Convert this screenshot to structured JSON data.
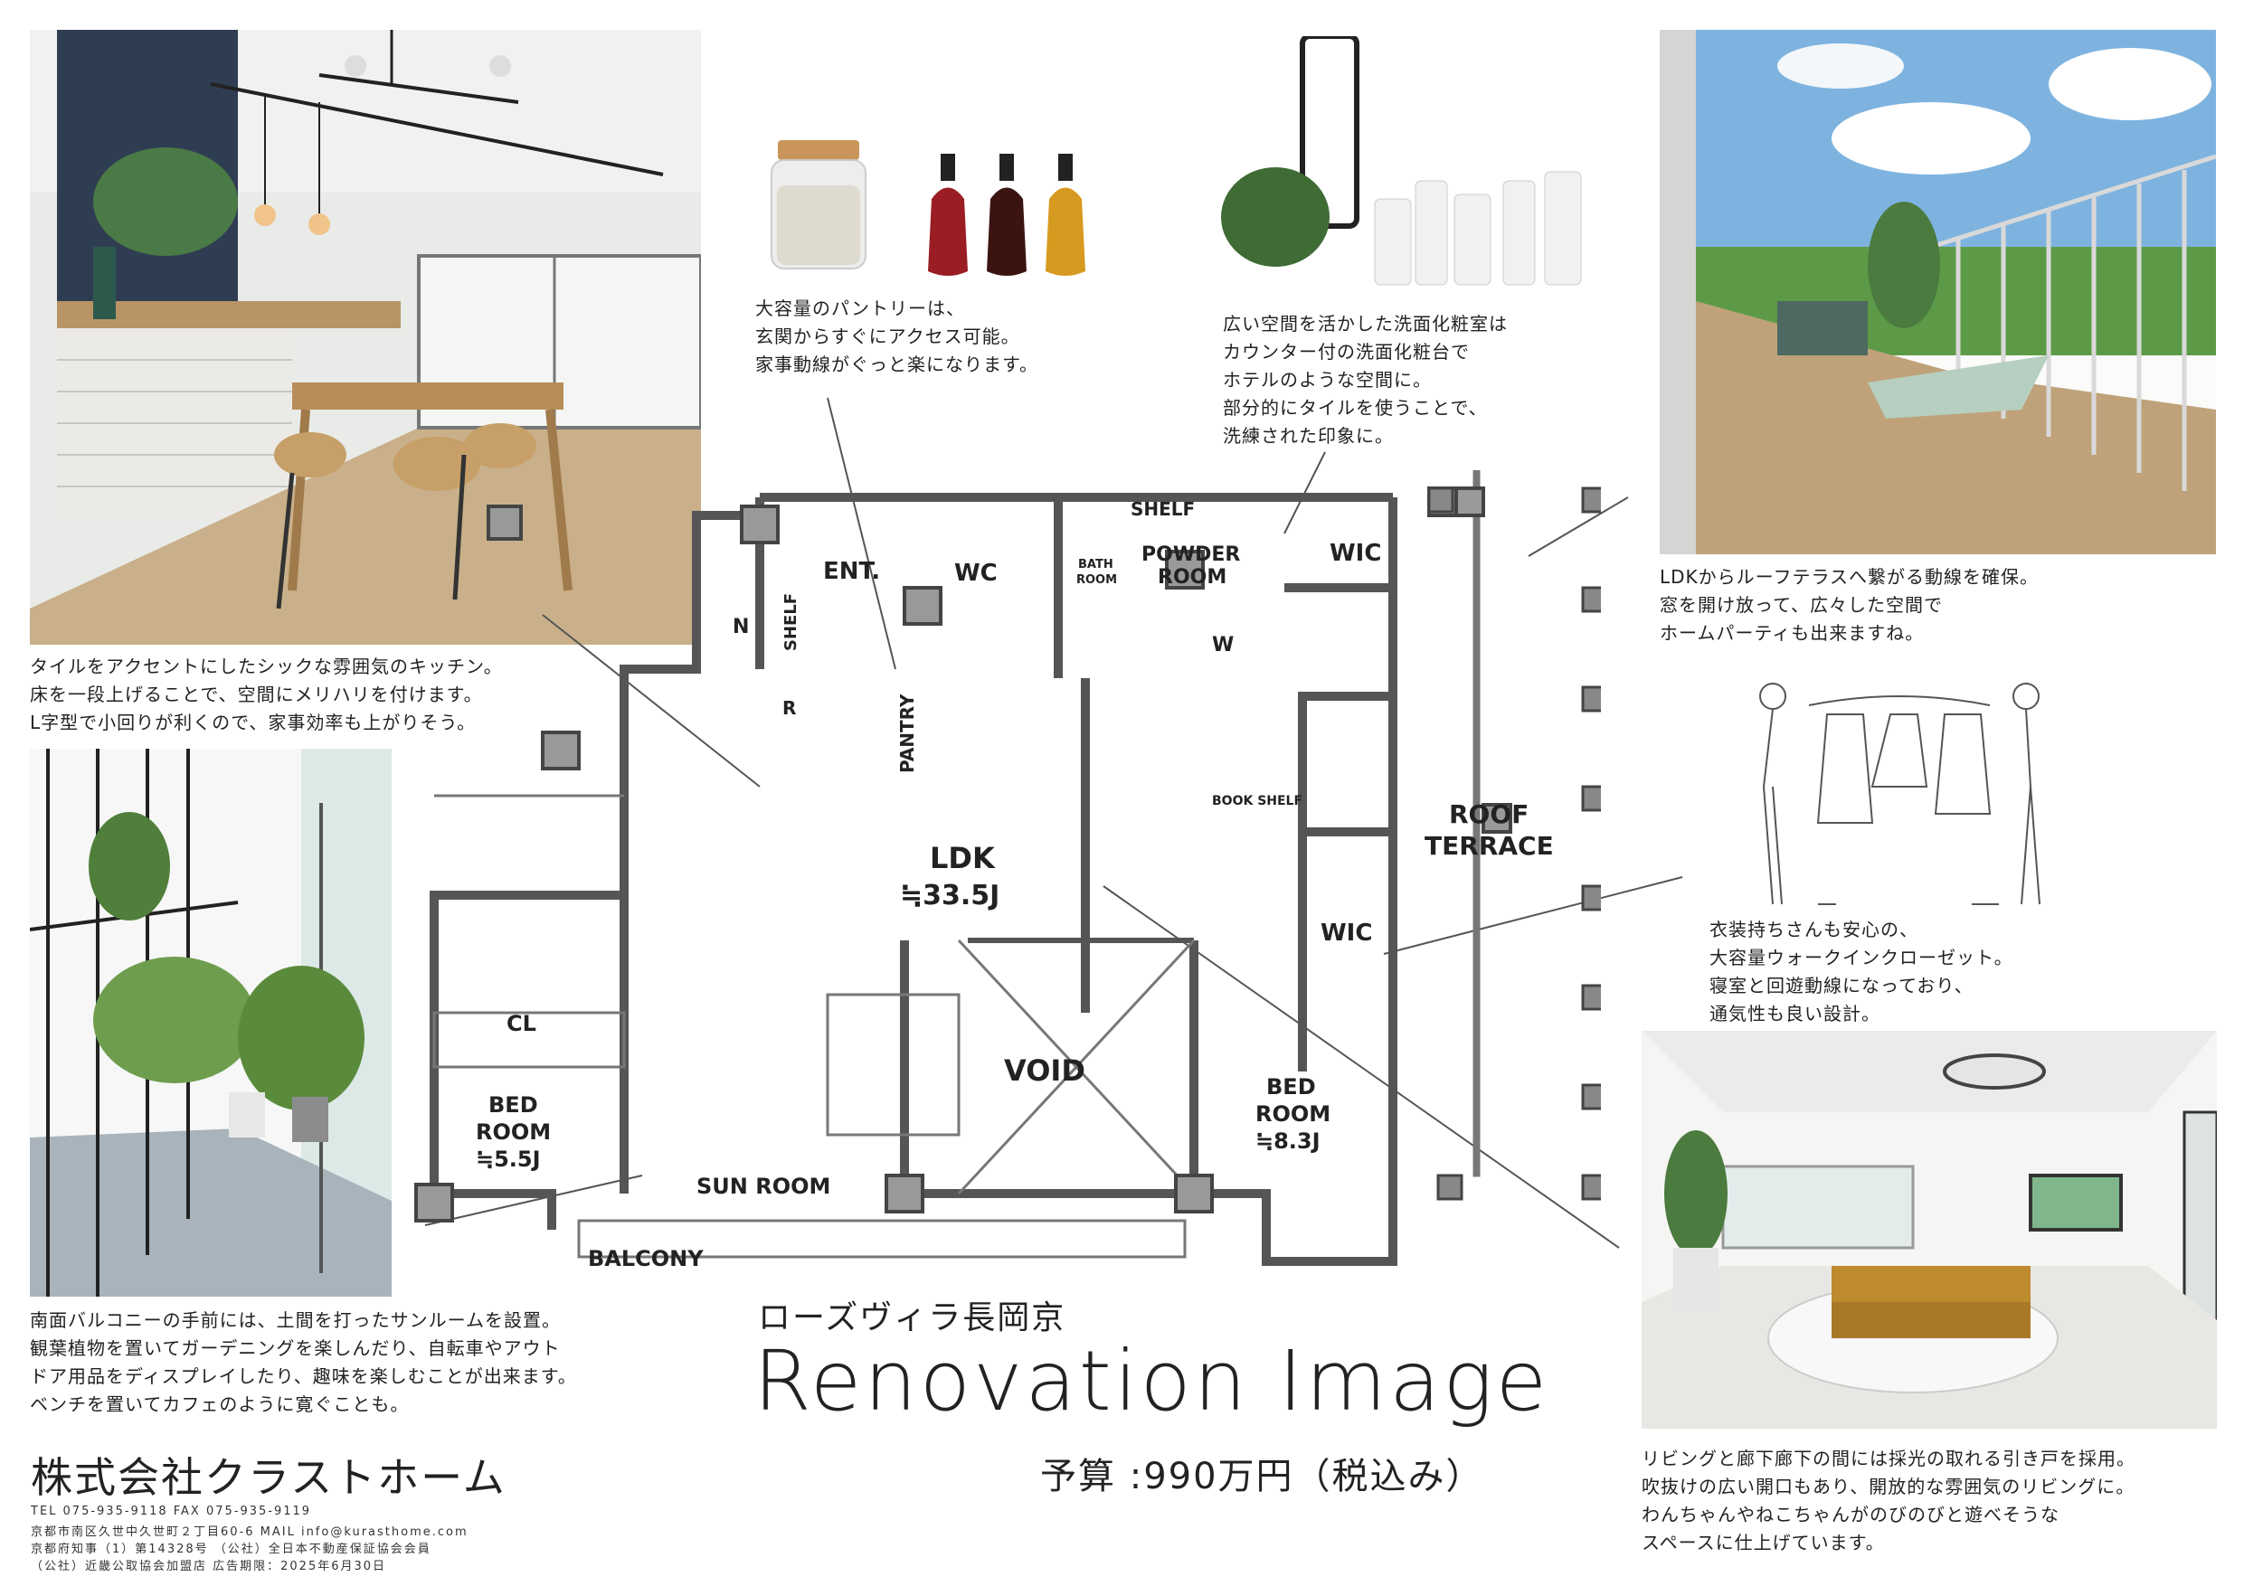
{
  "captions": {
    "kitchen": "タイルをアクセントにしたシックな雰囲気のキッチン。\n床を一段上げることで、空間にメリハリを付けます。\nL字型で小回りが利くので、家事効率も上がりそう。",
    "pantry": "大容量のパントリーは、\n玄関からすぐにアクセス可能。\n家事動線がぐっと楽になります。",
    "powder": "広い空間を活かした洗面化粧室は\nカウンター付の洗面化粧台で\nホテルのような空間に。\n部分的にタイルを使うことで、\n洗練された印象に。",
    "terrace": "LDKからルーフテラスへ繋がる動線を確保。\n窓を開け放って、広々した空間で\nホームパーティも出来ますね。",
    "wic": "衣装持ちさんも安心の、\n大容量ウォークインクローゼット。\n寝室と回遊動線になっており、\n通気性も良い設計。",
    "sunroom": "南面バルコニーの手前には、土間を打ったサンルームを設置。\n観葉植物を置いてガーデニングを楽しんだり、自転車やアウト\nドア用品をディスプレイしたり、趣味を楽しむことが出来ます。\nベンチを置いてカフェのように寛ぐことも。",
    "living": "リビングと廊下廊下の間には採光の取れる引き戸を採用。\n吹抜けの広い開口もあり、開放的な雰囲気のリビングに。\nわんちゃんやねこちゃんがのびのびと遊べそうな\nスペースに仕上げています。"
  },
  "title": {
    "property": "ローズヴィラ長岡京",
    "main": "Renovation Image",
    "budget": "予算 :990万円（税込み）"
  },
  "company": {
    "name": "株式会社クラストホーム",
    "contact": "TEL 075-935-9118  FAX 075-935-9119",
    "address": "京都市南区久世中久世町２丁目60-6          MAIL  info@kurasthome.com",
    "license": "京都府知事（1）第14328号 （公社）全日本不動産保証協会会員",
    "assoc": "（公社）近畿公取協会加盟店  広告期限：2025年6月30日"
  },
  "plan": {
    "ldk": "LDK",
    "ldk_size": "≒33.5J",
    "void": "VOID",
    "bed1": "BED",
    "bed1b": "ROOM",
    "bed1_size": "≒5.5J",
    "bed2": "BED",
    "bed2b": "ROOM",
    "bed2_size": "≒8.3J",
    "sunroom": "SUN ROOM",
    "balcony": "BALCONY",
    "cl": "CL",
    "ent": "ENT.",
    "wc": "WC",
    "bath": "BATH",
    "bath2": "ROOM",
    "powder": "POWDER",
    "powder2": "ROOM",
    "shelf_top": "SHELF",
    "shelf_left": "SHELF",
    "wic_top": "WIC",
    "wic_mid": "WIC",
    "pantry": "PANTRY",
    "r": "R",
    "w": "W",
    "bookshelf": "BOOK SHELF",
    "roof": "ROOF",
    "roof2": "TERRACE",
    "north": "N"
  }
}
